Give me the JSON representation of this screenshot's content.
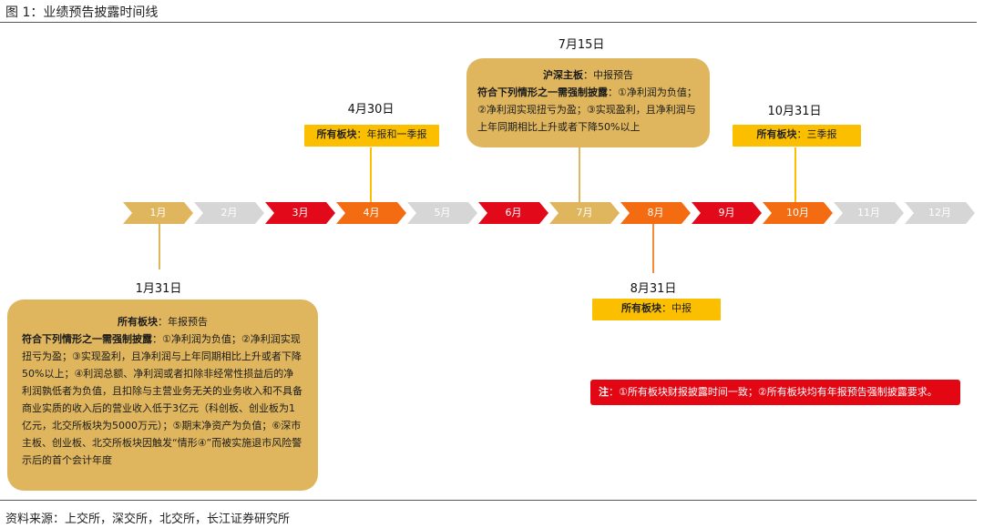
{
  "figure": {
    "title": "图 1：业绩预告披露时间线",
    "source": "资料来源：上交所，深交所，北交所，长江证券研究所"
  },
  "colors": {
    "tan": "#dfb65e",
    "grey": "#d6d6d6",
    "red": "#e1091a",
    "orange": "#f36c12",
    "yellow": "#fbbf00",
    "line_orange": "#f28a3c"
  },
  "months": [
    {
      "label": "1月",
      "color": "#dfb65e"
    },
    {
      "label": "2月",
      "color": "#d6d6d6"
    },
    {
      "label": "3月",
      "color": "#e1091a"
    },
    {
      "label": "4月",
      "color": "#f36c12"
    },
    {
      "label": "5月",
      "color": "#d6d6d6"
    },
    {
      "label": "6月",
      "color": "#e1091a"
    },
    {
      "label": "7月",
      "color": "#dfb65e"
    },
    {
      "label": "8月",
      "color": "#f36c12"
    },
    {
      "label": "9月",
      "color": "#e1091a"
    },
    {
      "label": "10月",
      "color": "#f36c12"
    },
    {
      "label": "11月",
      "color": "#d6d6d6"
    },
    {
      "label": "12月",
      "color": "#d6d6d6"
    }
  ],
  "events": {
    "jan31": {
      "date": "1月31日",
      "line1_bold": "所有板块",
      "line1_text": "：年报预告",
      "line2_bold": "符合下列情形之一需强制披露",
      "line2_text": "：①净利润为负值；②净利润实现扭亏为盈；③实现盈利，且净利润与上年同期相比上升或者下降50%以上；④利润总额、净利润或者扣除非经常性损益后的净利润孰低者为负值，且扣除与主营业务无关的业务收入和不具备商业实质的收入后的营业收入低于3亿元（科创板、创业板为1亿元，北交所板块为5000万元）；⑤期末净资产为负值；⑥深市主板、创业板、北交所板块因触发“情形④”而被实施退市风险警示后的首个会计年度"
    },
    "apr30": {
      "date": "4月30日",
      "tag_bold": "所有板块",
      "tag_text": "：年报和一季报"
    },
    "jul15": {
      "date": "7月15日",
      "line1_bold": "沪深主板",
      "line1_text": "：中报预告",
      "line2_bold": "符合下列情形之一需强制披露",
      "line2_text": "：①净利润为负值；②净利润实现扭亏为盈；③实现盈利，且净利润与上年同期相比上升或者下降50%以上"
    },
    "aug31": {
      "date": "8月31日",
      "tag_bold": "所有板块",
      "tag_text": "：中报"
    },
    "oct31": {
      "date": "10月31日",
      "tag_bold": "所有板块",
      "tag_text": "：三季报"
    }
  },
  "note": {
    "bold": "注",
    "text": "：①所有板块财报披露时间一致；②所有板块均有年报预告强制披露要求。"
  }
}
